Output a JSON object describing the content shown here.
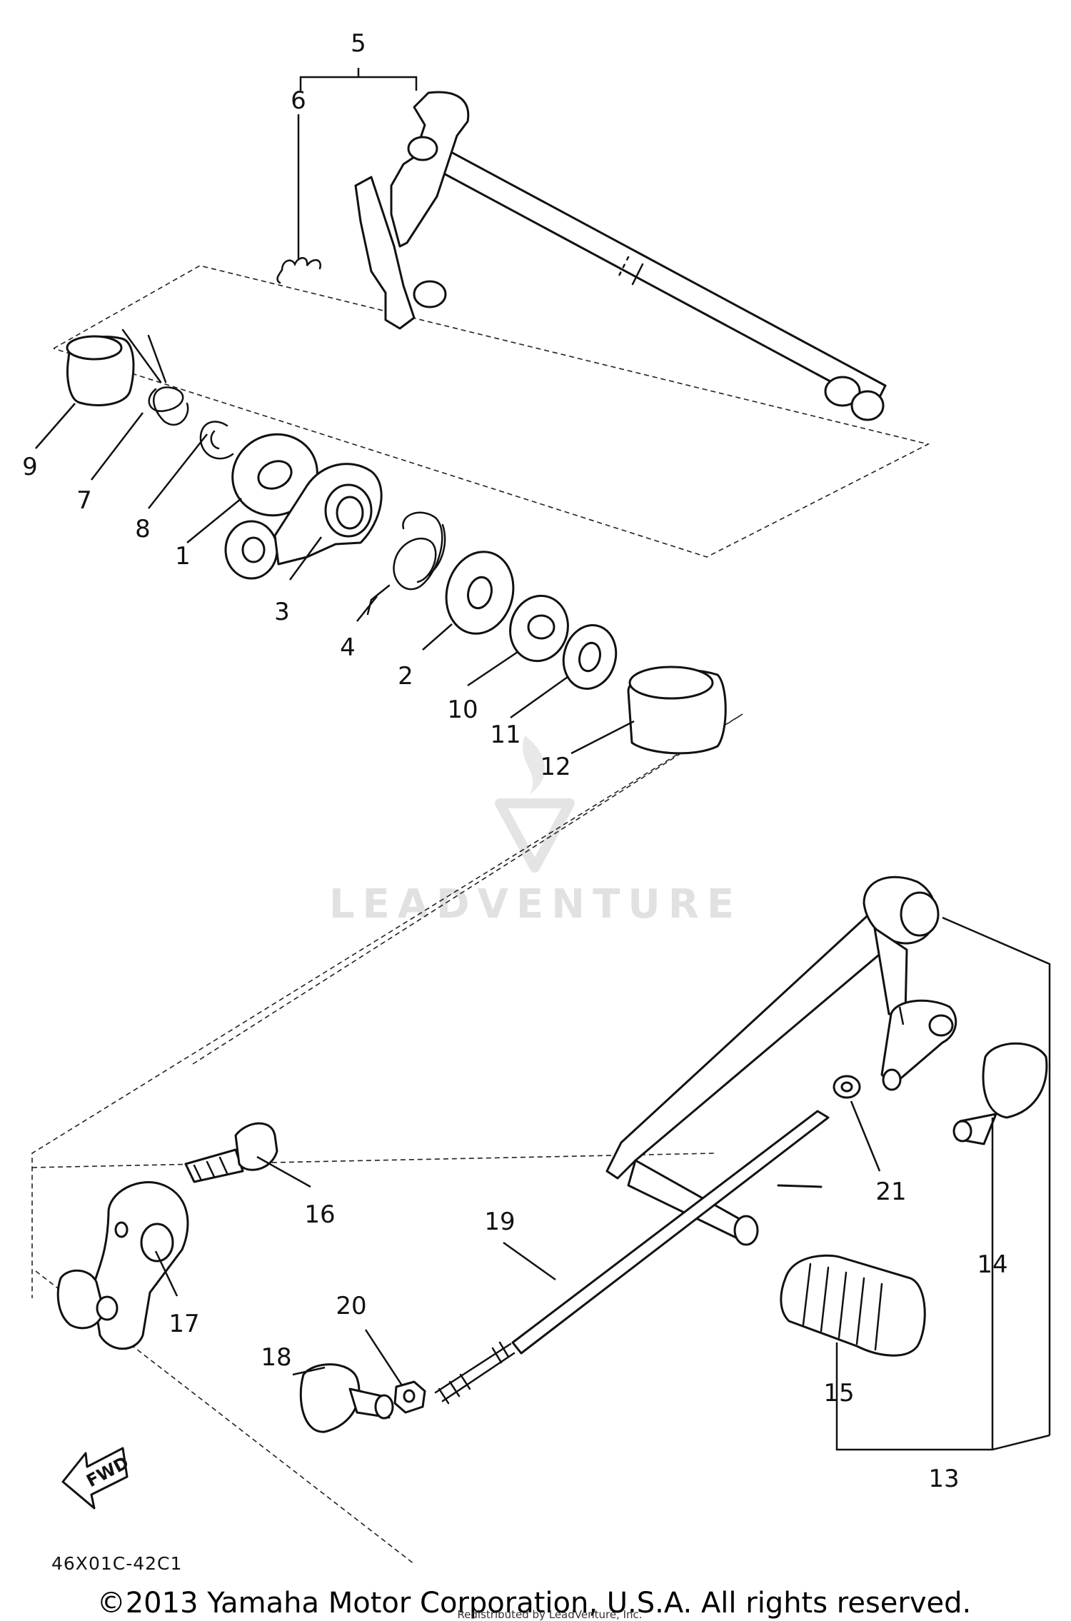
{
  "diagram": {
    "callouts": [
      "1",
      "2",
      "3",
      "4",
      "5",
      "6",
      "7",
      "8",
      "9",
      "10",
      "11",
      "12",
      "13",
      "14",
      "15",
      "16",
      "17",
      "18",
      "19",
      "20",
      "21"
    ],
    "direction_label": "FWD",
    "part_code": "46X01C-42C1",
    "watermark": "LEADVENTURE",
    "copyright": "©2013 Yamaha Motor Corporation, U.S.A. All rights reserved.",
    "credit_line": "Redistributed by LeadVenture, Inc."
  },
  "colors": {
    "ink": "#111111",
    "watermark": "#dedede",
    "background": "#ffffff"
  }
}
